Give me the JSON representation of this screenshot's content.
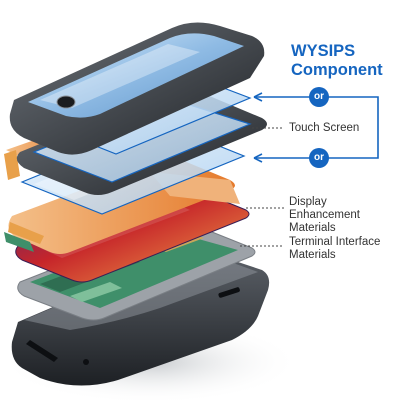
{
  "title": {
    "line1": "WYSIPS",
    "line2": "Component"
  },
  "connector": "or",
  "labels": {
    "touch_screen": "Touch Screen",
    "display_line1": "Display Enhancement",
    "display_line2": "Materials",
    "terminal_line1": "Terminal Interface",
    "terminal_line2": "Materials"
  },
  "colors": {
    "accent": "#1565c0",
    "glass": "#9fc7ea",
    "frame": "#2b2f33",
    "flex": "#e08a2a",
    "display_red": "#c6252a",
    "display_purple": "#5a2a80",
    "pcb": "#3f8f6a",
    "label_text": "#333333"
  }
}
